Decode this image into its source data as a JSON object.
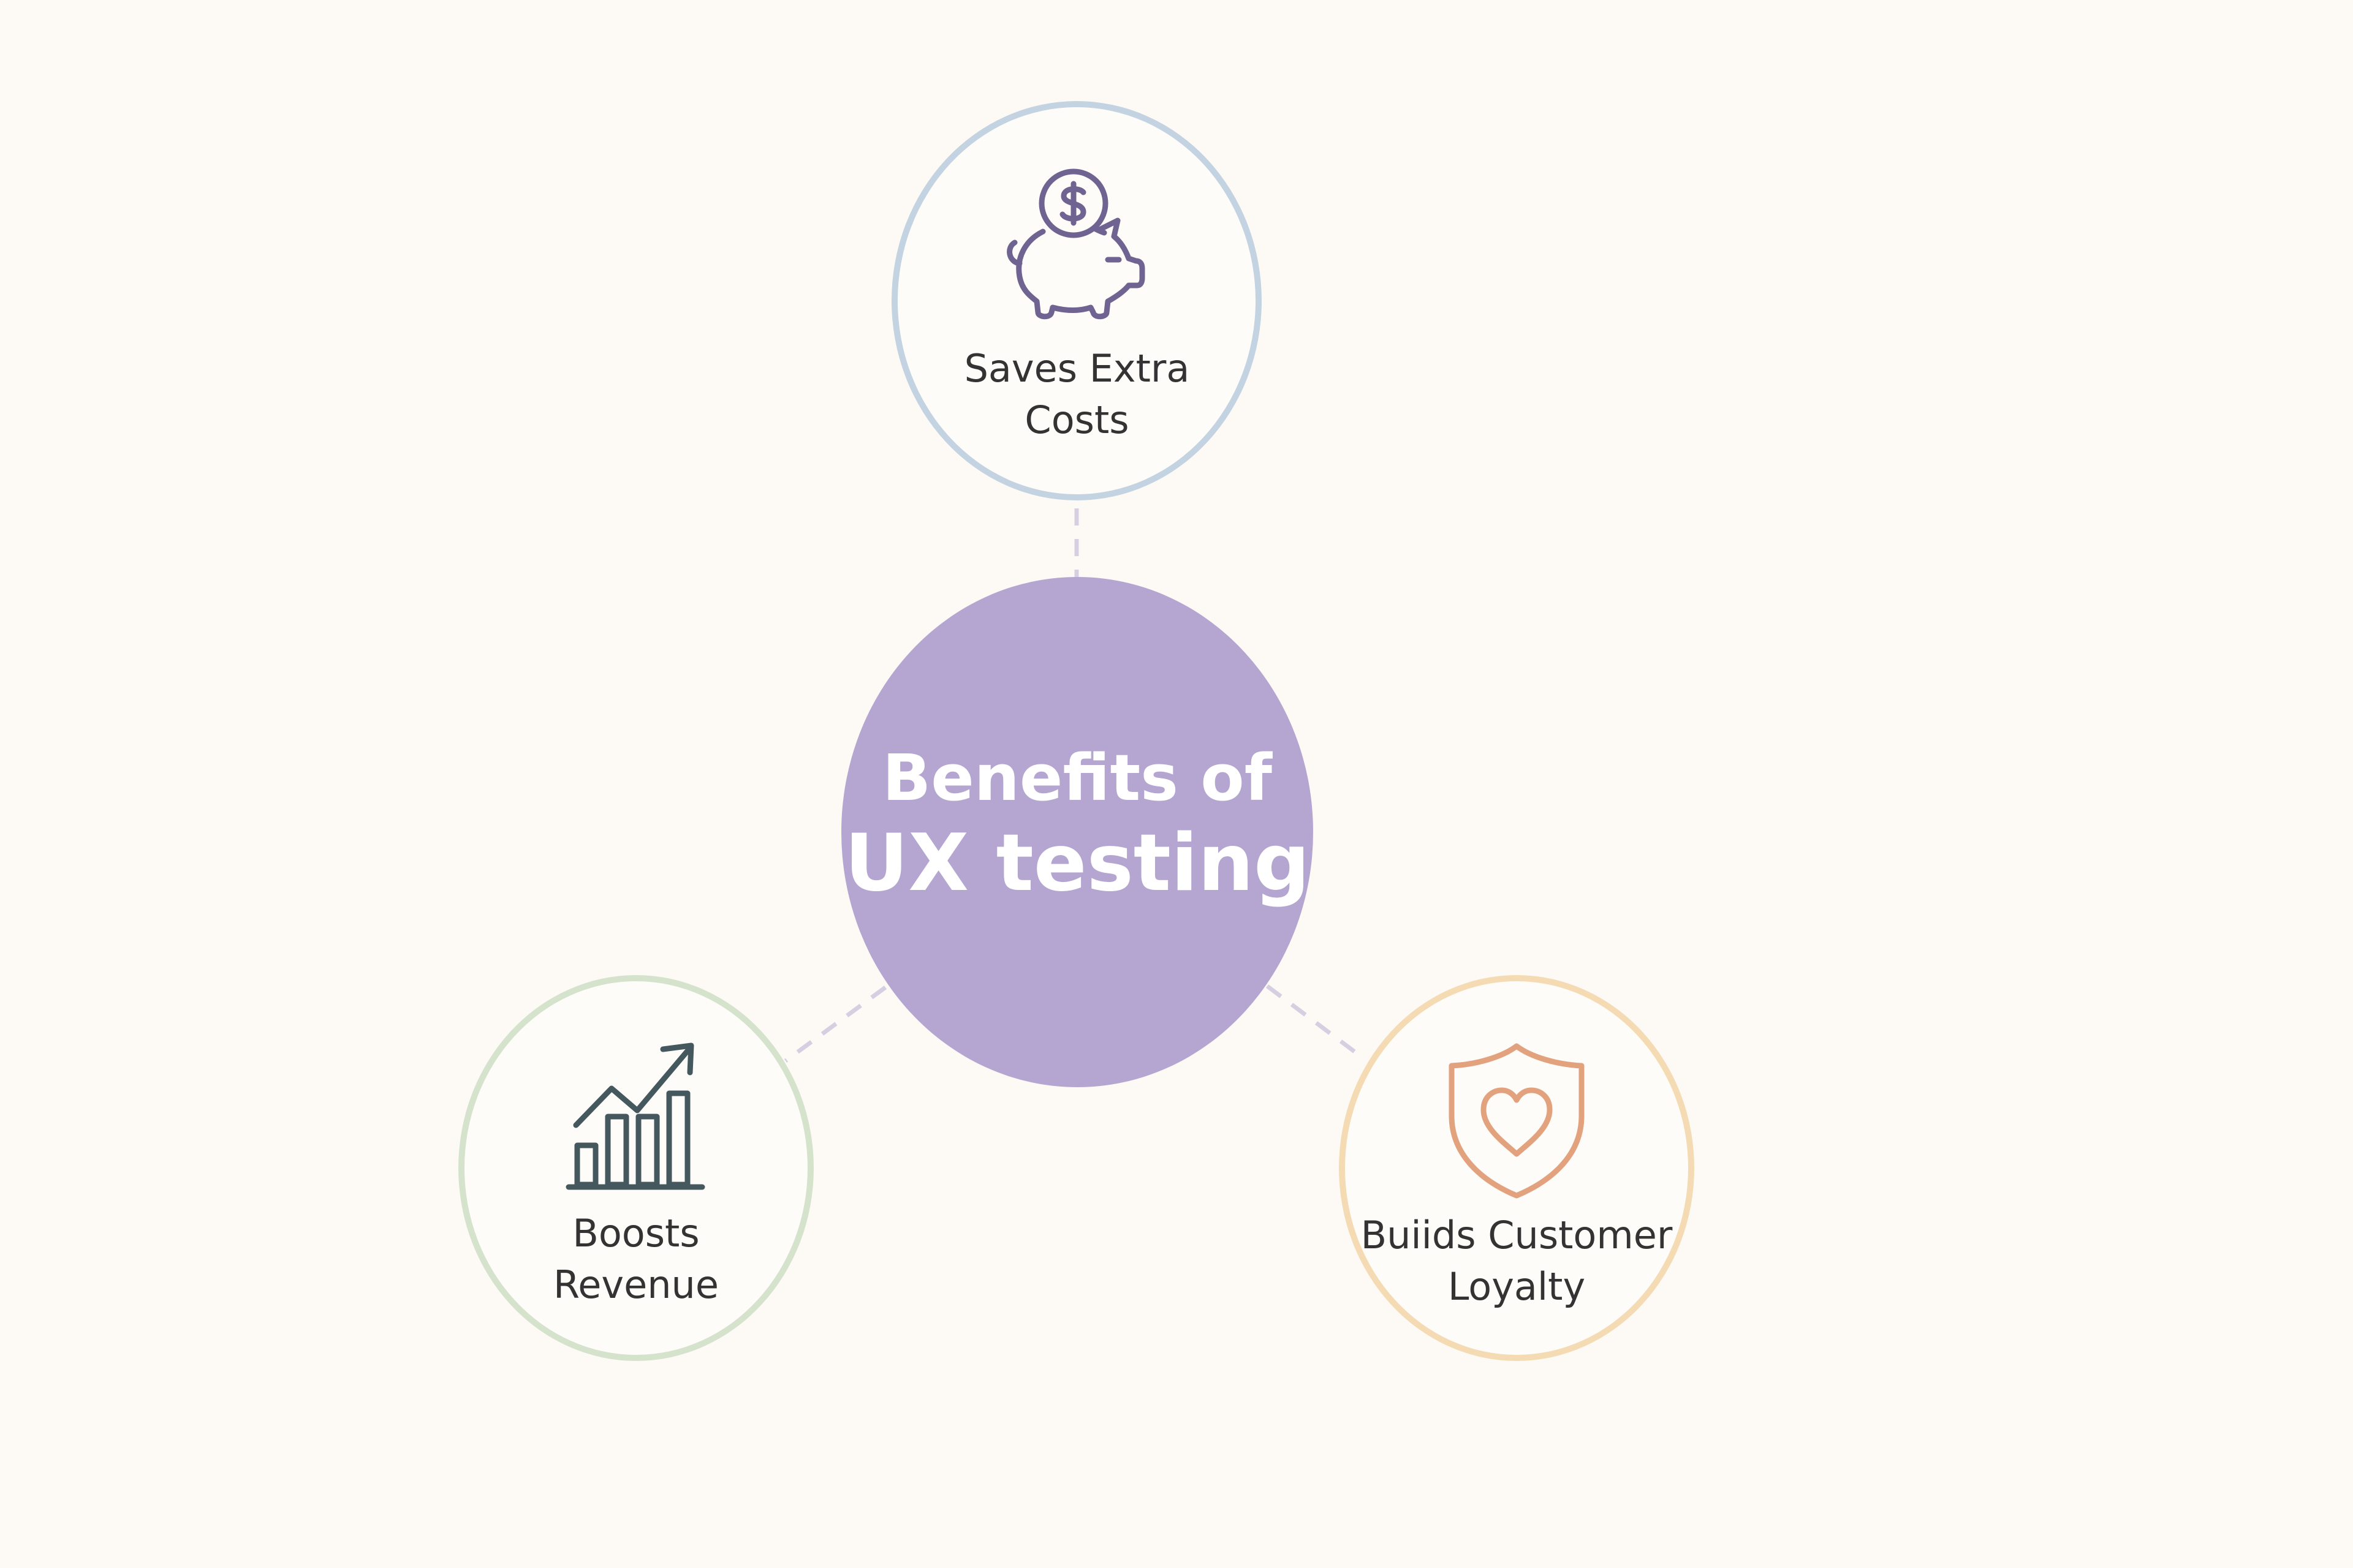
{
  "center": {
    "line1": "Benefits of",
    "line2": "UX testing",
    "color": "#b5a6d1"
  },
  "nodes": [
    {
      "id": "saves-extra-costs",
      "lines": [
        "Saves Extra",
        "Costs"
      ],
      "icon": "piggy-bank-icon",
      "ring_color": "#c3d3e1",
      "icon_color": "#6f6391"
    },
    {
      "id": "boosts-revenue",
      "lines": [
        "Boosts",
        "Revenue"
      ],
      "icon": "bar-chart-trend-icon",
      "ring_color": "#d5e3cc",
      "icon_color": "#44585e"
    },
    {
      "id": "builds-customer-loyalty",
      "lines": [
        "Buiids Customer",
        "Loyalty"
      ],
      "icon": "shield-heart-icon",
      "ring_color": "#f5dbb3",
      "icon_color": "#e3a27e"
    }
  ],
  "connector_color": "#d6cfe2"
}
